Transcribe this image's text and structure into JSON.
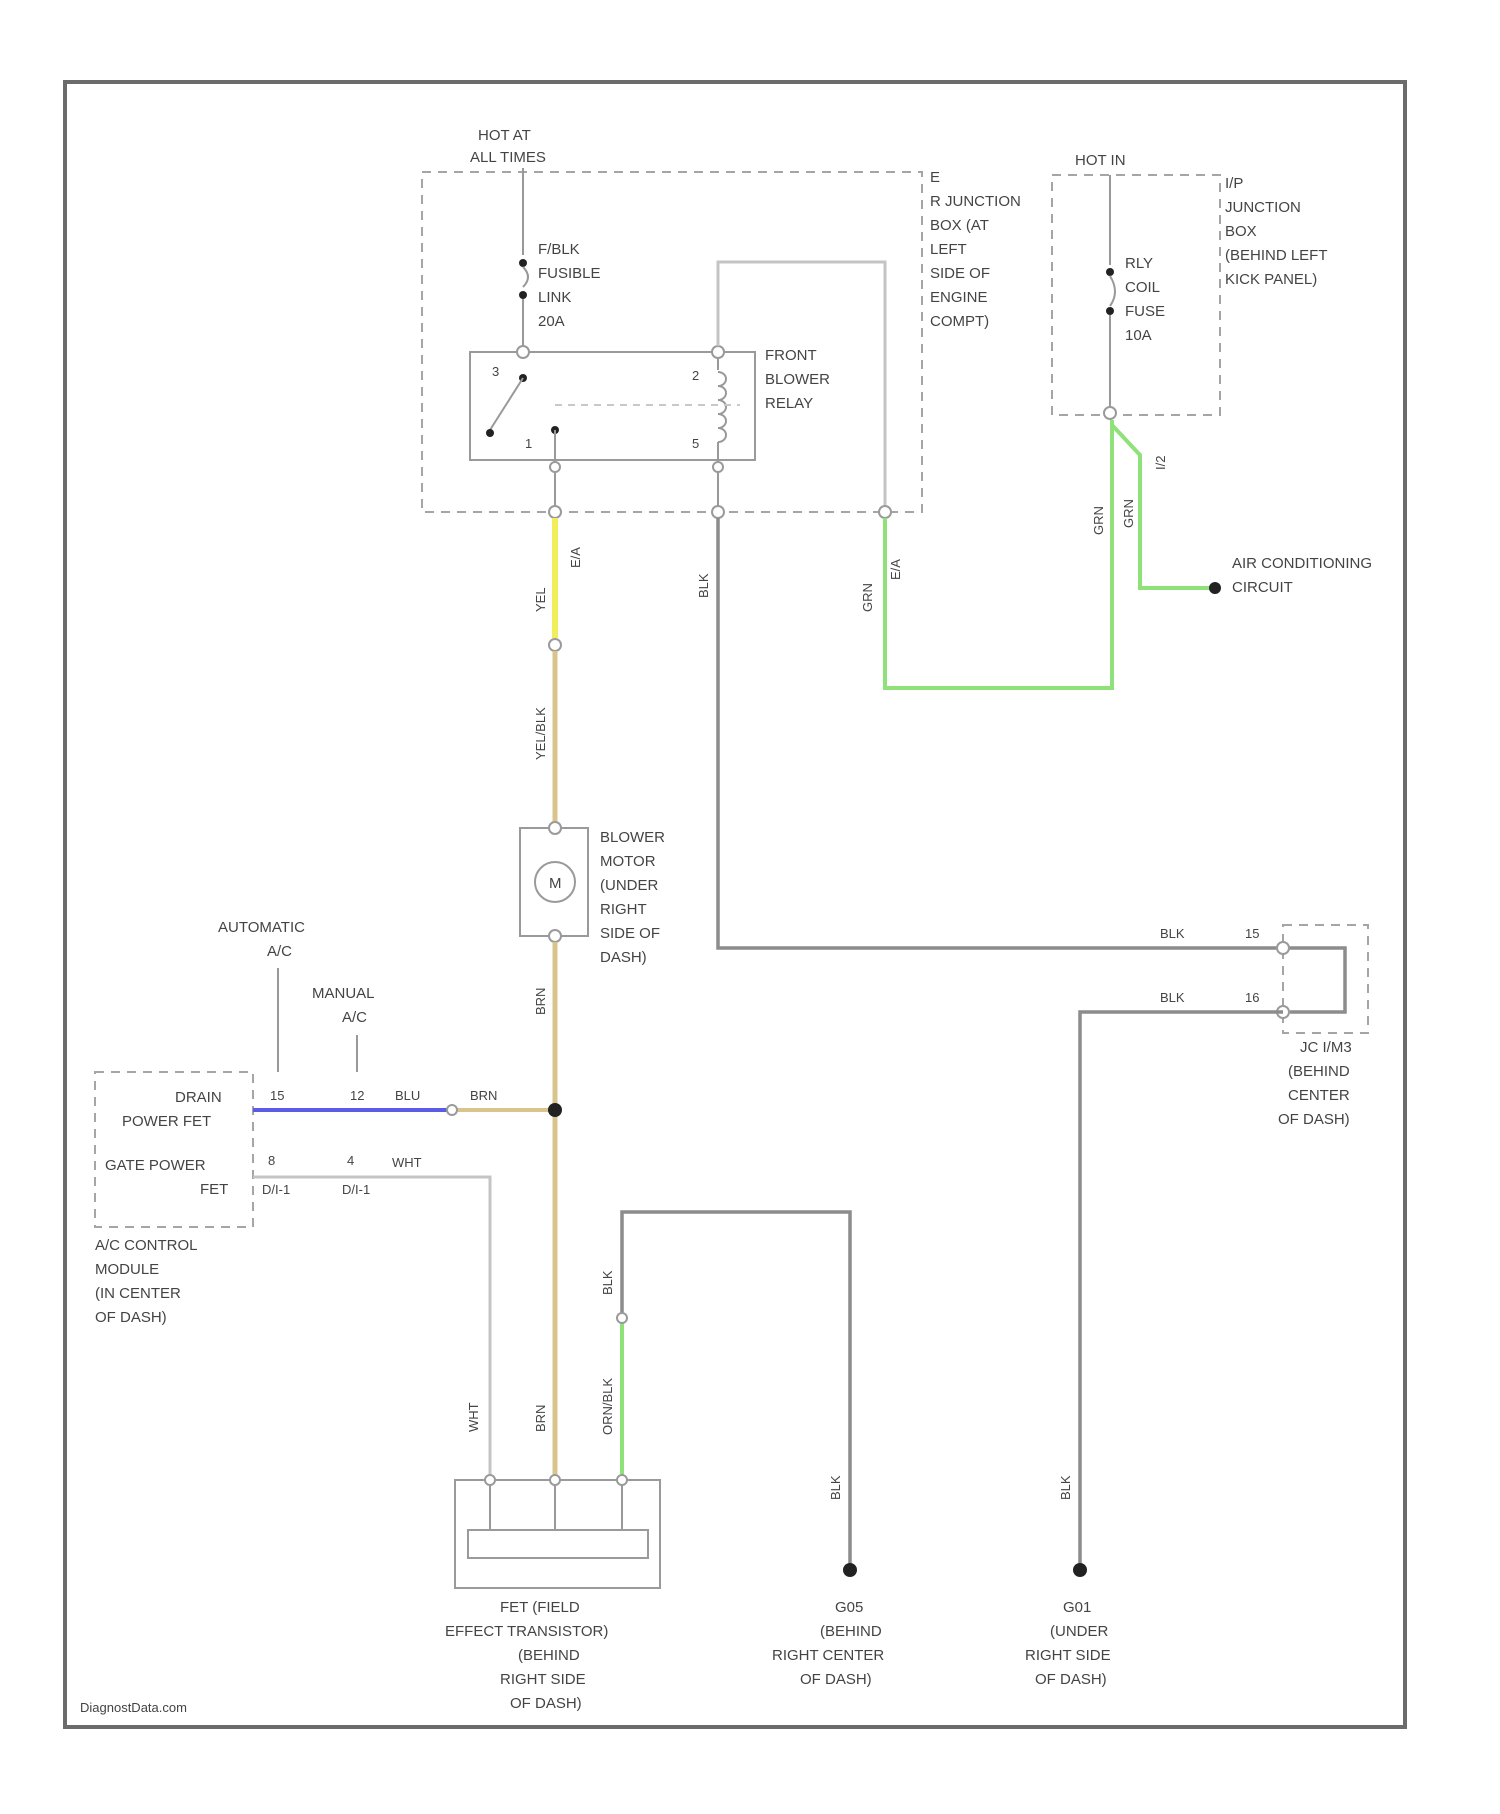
{
  "colors": {
    "wire_yellow": "#f2ee5a",
    "wire_tan": "#d9c48c",
    "wire_green": "#8fe27a",
    "wire_blue": "#5b5be6",
    "wire_black": "#8c8c8c",
    "wire_white": "#c4c4c4"
  },
  "power": {
    "hot_all_times": [
      "HOT AT",
      "ALL TIMES"
    ],
    "hot_in": "HOT IN"
  },
  "fuse_fusible_link": [
    "F/BLK",
    "FUSIBLE",
    "LINK",
    "20A"
  ],
  "fuse_rly_coil": [
    "RLY",
    "COIL",
    "FUSE",
    "10A"
  ],
  "relay_label": [
    "FRONT",
    "BLOWER",
    "RELAY"
  ],
  "relay_pins": {
    "p3": "3",
    "p2": "2",
    "p1": "1",
    "p5": "5"
  },
  "junction_box_engine": [
    "E",
    "R JUNCTION",
    "BOX (AT",
    "LEFT",
    "SIDE OF",
    "ENGINE",
    "COMPT)"
  ],
  "junction_box_kick": [
    "I/P",
    "JUNCTION",
    "BOX",
    "(BEHIND LEFT",
    "KICK PANEL)"
  ],
  "connector_ids": {
    "e14a": "E/A",
    "e14b": "E/A",
    "e14c": "E/A",
    "ip1": "I/2"
  },
  "wires": {
    "yel": "YEL",
    "yel_blk": "YEL/BLK",
    "blk": "BLK",
    "grn": "GRN",
    "brn": "BRN",
    "blu": "BLU",
    "wht": "WHT",
    "orn_blk": "ORN/BLK"
  },
  "ac_circuit": [
    "AIR CONDITIONING",
    "CIRCUIT"
  ],
  "blower_motor": [
    "BLOWER",
    "MOTOR",
    "(UNDER",
    "RIGHT",
    "SIDE OF",
    "DASH)"
  ],
  "motor_symbol": "M",
  "ac_module": {
    "label": [
      "A/C CONTROL",
      "MODULE",
      "(IN CENTER",
      "OF DASH)"
    ],
    "drain": [
      "DRAIN",
      "POWER FET"
    ],
    "gate": [
      "GATE POWER",
      "FET"
    ],
    "automatic": [
      "AUTOMATIC",
      "A/C"
    ],
    "manual": [
      "MANUAL",
      "A/C"
    ],
    "pin15": "15",
    "pin12": "12",
    "pin8": "8",
    "pin4": "4",
    "conn1": "D/I-1",
    "conn2": "D/I-1"
  },
  "joint_connector": {
    "label": [
      "JC I/M3",
      "(BEHIND",
      "CENTER",
      "OF DASH)"
    ],
    "pin_a": "15",
    "pin_b": "16"
  },
  "fet": [
    "FET (FIELD",
    "EFFECT TRANSISTOR)",
    "(BEHIND",
    "RIGHT SIDE",
    "OF DASH)"
  ],
  "ground1": [
    "G05",
    "(BEHIND",
    "RIGHT CENTER",
    "OF DASH)"
  ],
  "ground2": [
    "G01",
    "(UNDER",
    "RIGHT SIDE",
    "OF DASH)"
  ],
  "watermark": "DiagnostData.com"
}
